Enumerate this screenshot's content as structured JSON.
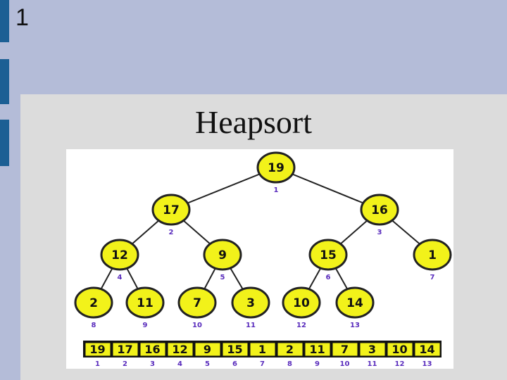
{
  "slide": {
    "number": "1",
    "title": "Heapsort"
  },
  "colors": {
    "background": "#b4bcd8",
    "panel": "#dcdcdc",
    "side_tab": "#1c5f94",
    "node_fill": "#f2f21a",
    "index_text": "#5a2dbd"
  },
  "heap": {
    "nodes": [
      {
        "value": "19",
        "index": "1"
      },
      {
        "value": "17",
        "index": "2"
      },
      {
        "value": "16",
        "index": "3"
      },
      {
        "value": "12",
        "index": "4"
      },
      {
        "value": "9",
        "index": "5"
      },
      {
        "value": "15",
        "index": "6"
      },
      {
        "value": "1",
        "index": "7"
      },
      {
        "value": "2",
        "index": "8"
      },
      {
        "value": "11",
        "index": "9"
      },
      {
        "value": "7",
        "index": "10"
      },
      {
        "value": "3",
        "index": "11"
      },
      {
        "value": "10",
        "index": "12"
      },
      {
        "value": "14",
        "index": "13"
      }
    ],
    "edges": [
      [
        1,
        2
      ],
      [
        1,
        3
      ],
      [
        2,
        4
      ],
      [
        2,
        5
      ],
      [
        3,
        6
      ],
      [
        3,
        7
      ],
      [
        4,
        8
      ],
      [
        4,
        9
      ],
      [
        5,
        10
      ],
      [
        5,
        11
      ],
      [
        6,
        12
      ],
      [
        6,
        13
      ]
    ]
  },
  "array": {
    "values": [
      "19",
      "17",
      "16",
      "12",
      "9",
      "15",
      "1",
      "2",
      "11",
      "7",
      "3",
      "10",
      "14"
    ],
    "indices": [
      "1",
      "2",
      "3",
      "4",
      "5",
      "6",
      "7",
      "8",
      "9",
      "10",
      "11",
      "12",
      "13"
    ]
  }
}
